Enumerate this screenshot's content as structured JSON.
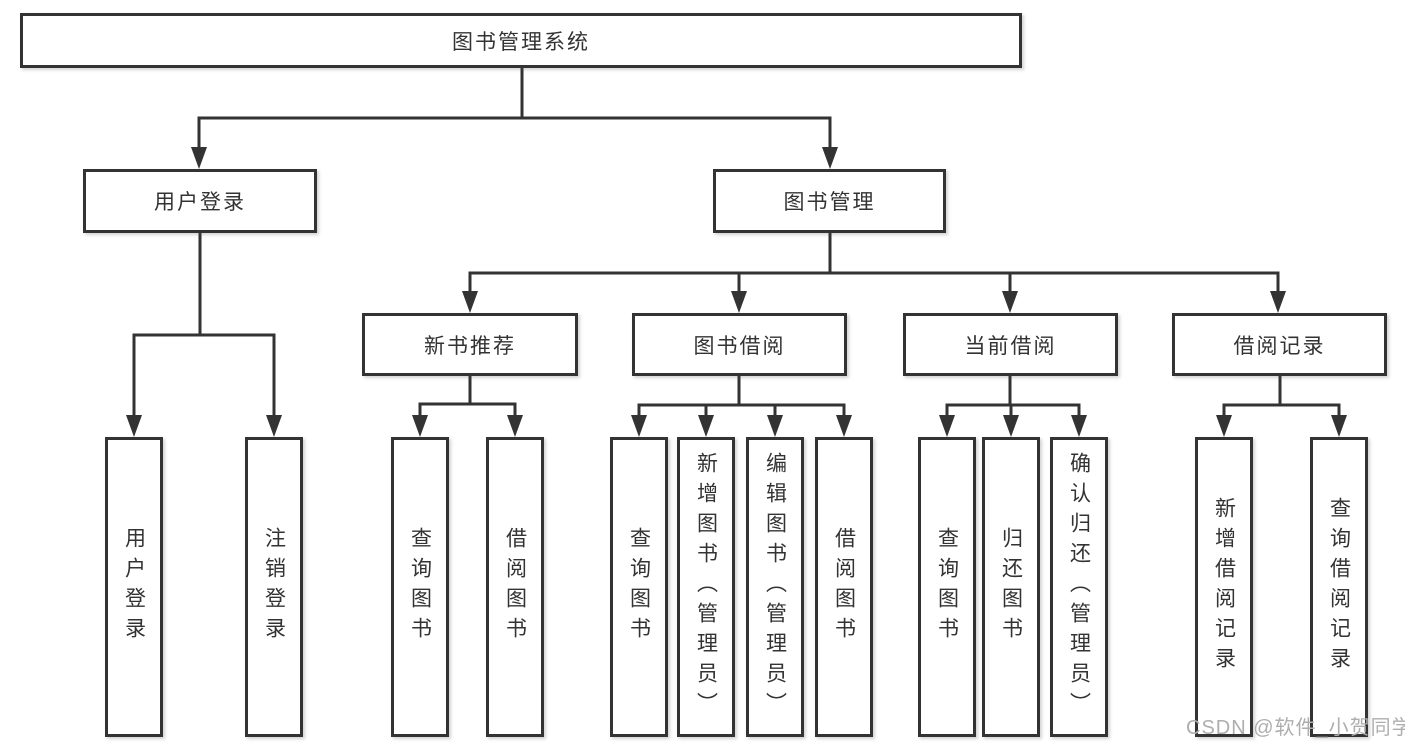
{
  "diagram": {
    "root": {
      "label": "图书管理系统"
    },
    "user_login": {
      "label": "用户登录",
      "children": {
        "login": "用户登录",
        "logout": "注销登录"
      }
    },
    "book_mgmt": {
      "label": "图书管理",
      "new_book": {
        "label": "新书推荐",
        "children": {
          "query": "查询图书",
          "borrow": "借阅图书"
        }
      },
      "borrowing": {
        "label": "图书借阅",
        "children": {
          "query": "查询图书",
          "add": "新增图书（管理员）",
          "edit": "编辑图书（管理员）",
          "borrow": "借阅图书"
        }
      },
      "current": {
        "label": "当前借阅",
        "children": {
          "query": "查询图书",
          "return": "归还图书",
          "confirm": "确认归还（管理员）"
        }
      },
      "records": {
        "label": "借阅记录",
        "children": {
          "add": "新增借阅记录",
          "query": "查询借阅记录"
        }
      }
    }
  },
  "watermark": "CSDN @软件_小贺同学",
  "colors": {
    "line": "#333333",
    "box_border": "#333333",
    "box_fill": "#ffffff",
    "text": "#333333",
    "watermark": "#aeaeae",
    "background": "#ffffff"
  }
}
